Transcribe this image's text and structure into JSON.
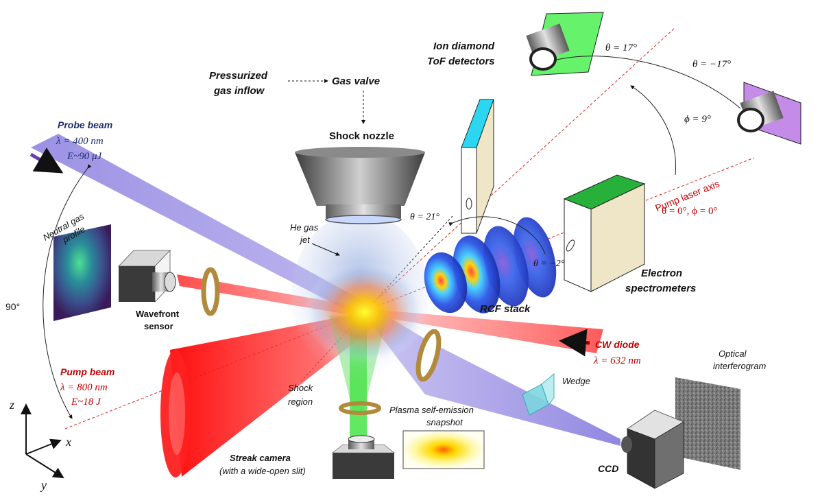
{
  "labels": {
    "ion_detectors_l1": "Ion diamond",
    "ion_detectors_l2": "ToF detectors",
    "theta_17": "θ = 17°",
    "theta_m17": "θ = −17°",
    "phi_9": "ϕ = 9°",
    "pressurized_l1": "Pressurized",
    "pressurized_l2": "gas inflow",
    "gas_valve": "Gas valve",
    "shock_nozzle": "Shock nozzle",
    "probe_beam": "Probe beam",
    "probe_lambda": "λ = 400 nm",
    "probe_energy": "E~90 μJ",
    "pump_axis_l1": "Pump laser axis",
    "pump_axis_l2": "θ = 0°, ϕ = 0°",
    "theta_21": "θ = 21°",
    "theta_m2": "θ = −2°",
    "he_gas_l1": "He gas",
    "he_gas_l2": "jet",
    "neutral_gas_l1": "Neutral gas",
    "neutral_gas_l2": "profile",
    "angle_90": "90°",
    "wavefront_l1": "Wavefront",
    "wavefront_l2": "sensor",
    "rcf_stack": "RCF stack",
    "electron_l1": "Electron",
    "electron_l2": "spectrometers",
    "cw_diode": "CW diode",
    "cw_lambda": "λ = 632 nm",
    "pump_beam": "Pump beam",
    "pump_lambda": "λ = 800 nm",
    "pump_energy": "E~18 J",
    "shock_region_l1": "Shock",
    "shock_region_l2": "region",
    "wedge": "Wedge",
    "optical_l1": "Optical",
    "optical_l2": "interferogram",
    "plasma_l1": "Plasma self-emission",
    "plasma_l2": "snapshot",
    "streak_l1": "Streak camera",
    "streak_l2": "(with a wide-open slit)",
    "ccd": "CCD",
    "axis_z": "z",
    "axis_x": "x",
    "axis_y": "y"
  },
  "colors": {
    "probe_beam": "#8a7ee0",
    "pump_beam": "#ff1a1a",
    "cw_beam": "#ff5555",
    "text_dark": "#111111",
    "text_blue": "#1a2e6e",
    "text_red": "#c00000",
    "green_panel": "#66f26a",
    "purple_panel": "#c48be8",
    "cyan_panel": "#2ad6f0",
    "spectrometer_top": "#27b03a",
    "box_face": "#efe6c8",
    "lens_rim": "#b28a3c"
  }
}
